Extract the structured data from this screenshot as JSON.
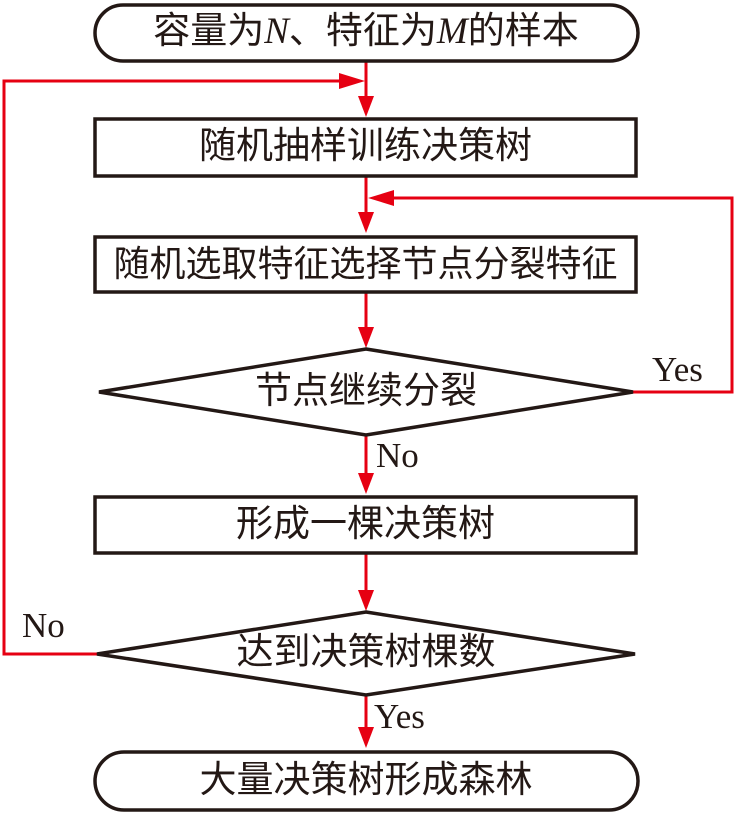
{
  "diagram": {
    "start_node": {
      "p1": "容量为",
      "var1": "N",
      "p2": "、特征为",
      "var2": "M",
      "p3": "的样本"
    },
    "nodes": {
      "train": "随机抽样训练决策树",
      "feature": "随机选取特征选择节点分裂特征",
      "split_decision": "节点继续分裂",
      "tree": "形成一棵决策树",
      "count_decision": "达到决策树棵数",
      "end": "大量决策树形成森林"
    },
    "edge_labels": {
      "split_yes": "Yes",
      "split_no": "No",
      "count_no": "No",
      "count_yes": "Yes"
    },
    "colors": {
      "arrow_red": "#e60012",
      "outline_black": "#231815"
    }
  }
}
